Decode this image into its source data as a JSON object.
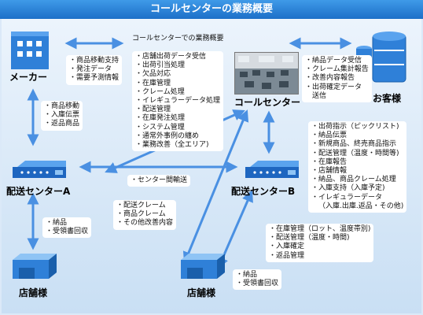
{
  "title": "コールセンターの業務概要",
  "subtitle": "コールセンターでの業務概要",
  "nodes": {
    "maker": "メーカー",
    "callcenter": "コールセンター",
    "customer": "お客様",
    "centerA": "配送センターA",
    "centerB": "配送センターB",
    "storeLeft": "店舗様",
    "storeRight": "店舗様"
  },
  "notes": {
    "maker_to_call": [
      "商品移動支持",
      "発注データ",
      "需要予測情報"
    ],
    "call_center_tasks": [
      "店舗出荷データ受信",
      "出荷引当処理",
      "欠品対応",
      "在庫管理",
      "クレーム処理",
      "イレギュラーデータ処理",
      "配送管理",
      "在庫発注処理",
      "システム管理",
      "通常外事例の纏め",
      "業務改善（全エリア)"
    ],
    "customer_to_call": [
      "納品データ受信",
      "クレーム集計報告",
      "改善内容報告",
      "出荷確定データ"
    ],
    "customer_to_call_cont": "送信",
    "maker_to_centerA": [
      "商品移動",
      "入庫伝票",
      "返品商品"
    ],
    "call_to_centerB": [
      "出荷指示（ピックリスト)",
      "納品伝票",
      "新規商品、終売商品指示",
      "配送管理（温度・時間等)",
      "在庫報告",
      "店舗情報",
      "納品、商品クレーム処理",
      "入庫支持（入庫予定)",
      "イレギュラーデータ"
    ],
    "call_to_centerB_cont": "（入庫.出庫.返品・その他)",
    "inter_center": "センター間輸送",
    "claims": [
      "配送クレーム",
      "商品クレーム",
      "その他改善内容"
    ],
    "centerA_to_store": [
      "納品",
      "受領書回収"
    ],
    "centerB_tasks": [
      "在庫管理（ロット、温度帯別)",
      "配送管理（温度・時間)",
      "入庫確定",
      "返品管理"
    ],
    "centerB_to_store": [
      "納品",
      "受領書回収"
    ]
  },
  "colors": {
    "title_bar": "#1c6fc8",
    "arrow": "#4a90e2",
    "icon_blue": "#2f80d8"
  }
}
